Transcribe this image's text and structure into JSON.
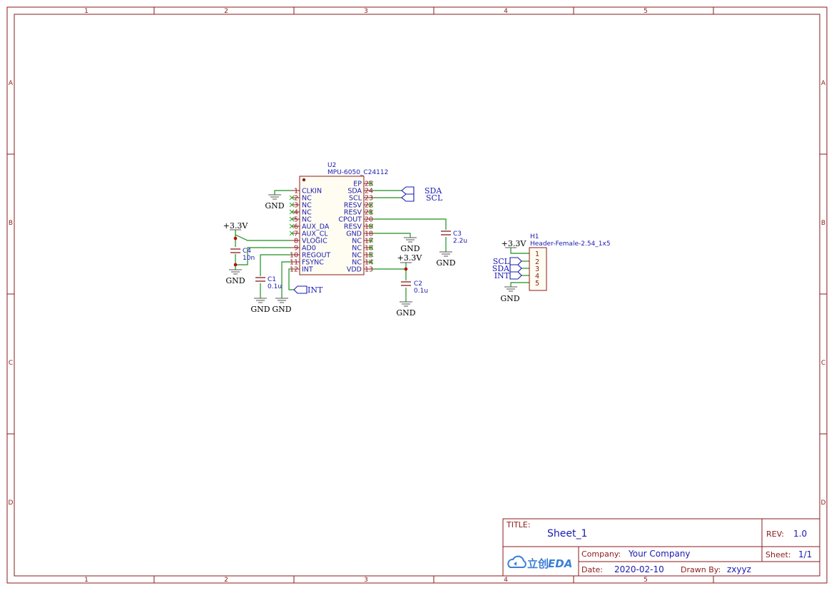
{
  "frame": {
    "columns": [
      "1",
      "2",
      "3",
      "4",
      "5"
    ],
    "rows": [
      "A",
      "B",
      "C",
      "D"
    ]
  },
  "u2": {
    "ref": "U2",
    "value": "MPU-6050_C24112",
    "left_pins": [
      {
        "num": "1",
        "name": "CLKIN"
      },
      {
        "num": "2",
        "name": "NC"
      },
      {
        "num": "3",
        "name": "NC"
      },
      {
        "num": "4",
        "name": "NC"
      },
      {
        "num": "5",
        "name": "NC"
      },
      {
        "num": "6",
        "name": "AUX_DA"
      },
      {
        "num": "7",
        "name": "AUX_CL"
      },
      {
        "num": "8",
        "name": "VLOGIC"
      },
      {
        "num": "9",
        "name": "AD0"
      },
      {
        "num": "10",
        "name": "REGOUT"
      },
      {
        "num": "11",
        "name": "FSYNC"
      },
      {
        "num": "12",
        "name": "INT"
      }
    ],
    "right_pins": [
      {
        "num": "25",
        "name": "EP"
      },
      {
        "num": "24",
        "name": "SDA"
      },
      {
        "num": "23",
        "name": "SCL"
      },
      {
        "num": "22",
        "name": "RESV"
      },
      {
        "num": "21",
        "name": "RESV"
      },
      {
        "num": "20",
        "name": "CPOUT"
      },
      {
        "num": "19",
        "name": "RESV"
      },
      {
        "num": "18",
        "name": "GND"
      },
      {
        "num": "17",
        "name": "NC"
      },
      {
        "num": "16",
        "name": "NC"
      },
      {
        "num": "15",
        "name": "NC"
      },
      {
        "num": "14",
        "name": "NC"
      },
      {
        "num": "13",
        "name": "VDD"
      }
    ]
  },
  "h1": {
    "ref": "H1",
    "value": "Header-Female-2.54_1x5",
    "pins": [
      "1",
      "2",
      "3",
      "4",
      "5"
    ]
  },
  "caps": [
    {
      "ref": "C1",
      "value": "0.1u"
    },
    {
      "ref": "C2",
      "value": "0.1u"
    },
    {
      "ref": "C3",
      "value": "2.2u"
    },
    {
      "ref": "C4",
      "value": "10n"
    }
  ],
  "power": {
    "vcc": "+3.3V",
    "gnd": "GND"
  },
  "nets": {
    "sda": "SDA",
    "scl": "SCL",
    "int": "INT"
  },
  "title_block": {
    "title_label": "TITLE:",
    "title": "Sheet_1",
    "rev_label": "REV:",
    "rev": "1.0",
    "company_label": "Company:",
    "company": "Your Company",
    "sheet_label": "Sheet:",
    "sheet": "1/1",
    "date_label": "Date:",
    "date": "2020-02-10",
    "drawn_label": "Drawn By:",
    "drawn": "zxyyz",
    "logo_cn": "立创",
    "logo_en": "EDA"
  }
}
